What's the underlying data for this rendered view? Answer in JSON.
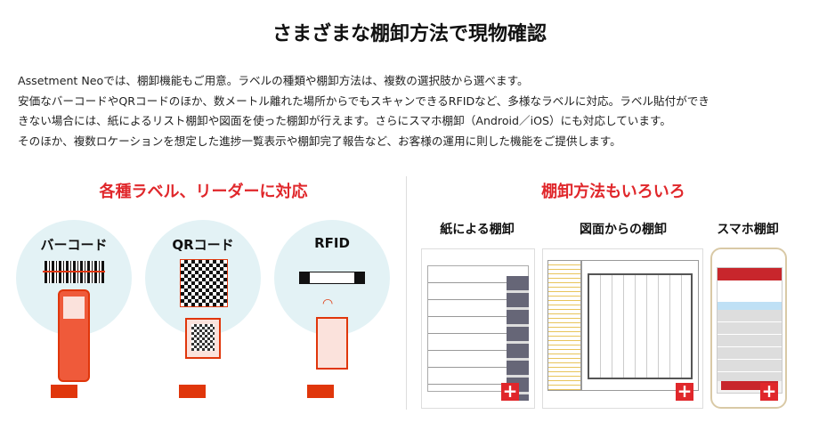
{
  "title": "さまざまな棚卸方法で現物確認",
  "intro": [
    "Assetment Neoでは、棚卸機能もご用意。ラベルの種類や棚卸方法は、複数の選択肢から選べます。",
    "安価なバーコードやQRコードのほか、数メートル離れた場所からでもスキャンできるRFIDなど、多様なラベルに対応。ラベル貼付ができ",
    "きない場合には、紙によるリスト棚卸や図面を使った棚卸が行えます。さらにスマホ棚卸（Android／iOS）にも対応しています。",
    "そのほか、複数ロケーションを想定した進捗一覧表示や棚卸完了報告など、お客様の運用に則した機能をご提供します。"
  ],
  "labels": {
    "heading": "各種ラベル、リーダーに対応",
    "items": [
      "バーコード",
      "QRコード",
      "RFID"
    ]
  },
  "methods": {
    "heading": "棚卸方法もいろいろ",
    "items": [
      "紙による棚卸",
      "図面からの棚卸",
      "スマホ棚卸"
    ],
    "plus": "+"
  },
  "colors": {
    "accent": "#e0272b",
    "circle": "#e3f2f5"
  }
}
